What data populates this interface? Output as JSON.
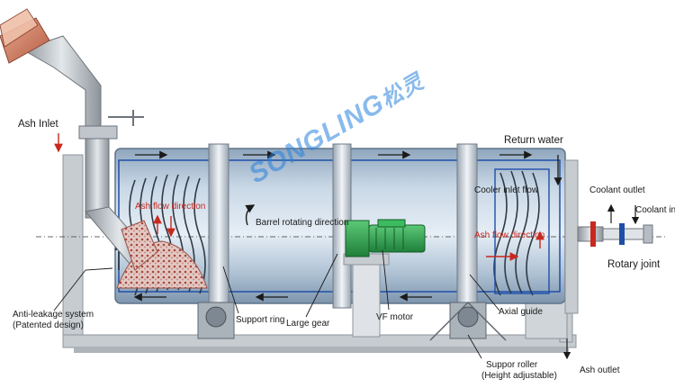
{
  "labels": {
    "ash_inlet": "Ash Inlet",
    "return_water": "Return water",
    "coolant_outlet": "Coolant outlet",
    "coolant_inlet": "Coolant inlet",
    "rotary_joint": "Rotary joint",
    "cooler_inlet_flow": "Cooler inlet flow",
    "ash_flow_direction_left": "Ash flow direction",
    "ash_flow_direction_right": "Ash flow direction",
    "barrel_rotating_direction": "Barrel rotating direction",
    "anti_leakage_line1": "Anti-leakage system",
    "anti_leakage_line2": "(Patented design)",
    "support_ring": "Support ring",
    "large_gear": "Large gear",
    "vf_motor": "VF motor",
    "axial_guide": "Axial guide",
    "support_roller_line1": "Suppor roller",
    "support_roller_line2": "(Height adjustable)",
    "ash_outlet": "Ash outlet"
  },
  "watermark": {
    "text": "SONGLING",
    "cn": "松灵"
  },
  "colors": {
    "barrel": "#b9ccdd",
    "barrel_dark": "#6f8aa3",
    "frame": "#9aa0a6",
    "water_line": "#1e4fa8",
    "ash_red": "#c8281e",
    "motor_green": "#2fa84f",
    "chute_brown": "#c9745a"
  }
}
